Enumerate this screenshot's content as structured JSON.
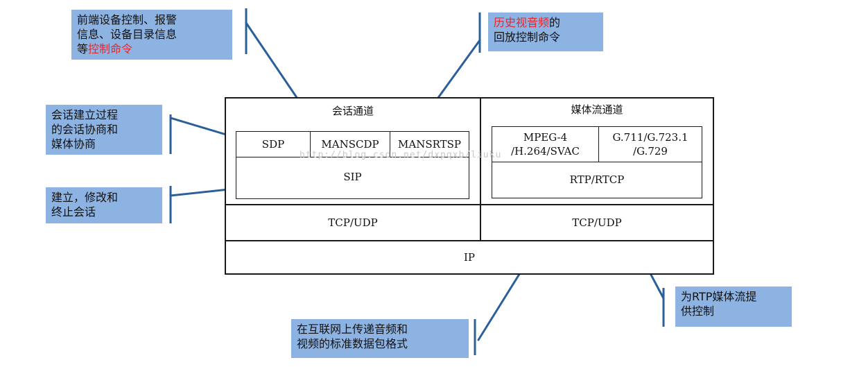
{
  "diagram": {
    "session_channel": {
      "title": "会话通道",
      "protocols": [
        "SDP",
        "MANSCDP",
        "MANSRTSP"
      ],
      "sip": "SIP",
      "transport": "TCP/UDP"
    },
    "media_channel": {
      "title": "媒体流通道",
      "video_codec_line1": "MPEG-4",
      "video_codec_line2": "/H.264/SVAC",
      "audio_codec_line1": "G.711/G.723.1",
      "audio_codec_line2": "/G.729",
      "rtp": "RTP/RTCP",
      "transport": "TCP/UDP"
    },
    "ip": "IP"
  },
  "notes": {
    "manscdp": {
      "line1": "前端设备控制、报警",
      "line2": "信息、设备目录信息",
      "line3_prefix": "等",
      "line3_highlight": "控制命令"
    },
    "mansrtsp": {
      "line1_highlight": "历史视音频",
      "line1_suffix": "的",
      "line2": "回放控制命令"
    },
    "sdp": {
      "line1": "会话建立过程",
      "line2": "的会话协商和",
      "line3": "媒体协商"
    },
    "sip": {
      "line1": "建立，修改和",
      "line2": "终止会话"
    },
    "rtp": {
      "line1": "在互联网上传递音频和",
      "line2": "视频的标准数据包格式"
    },
    "rtcp": {
      "line1": "为RTP媒体流提",
      "line2": "供控制"
    }
  },
  "watermark": "http://blog.csdn.net/dxpqxb/liuku",
  "colors": {
    "note_fill": "#8db3e2",
    "connector": "#2b5f9a",
    "highlight": "#e8262e",
    "border": "#1a1a1a"
  }
}
